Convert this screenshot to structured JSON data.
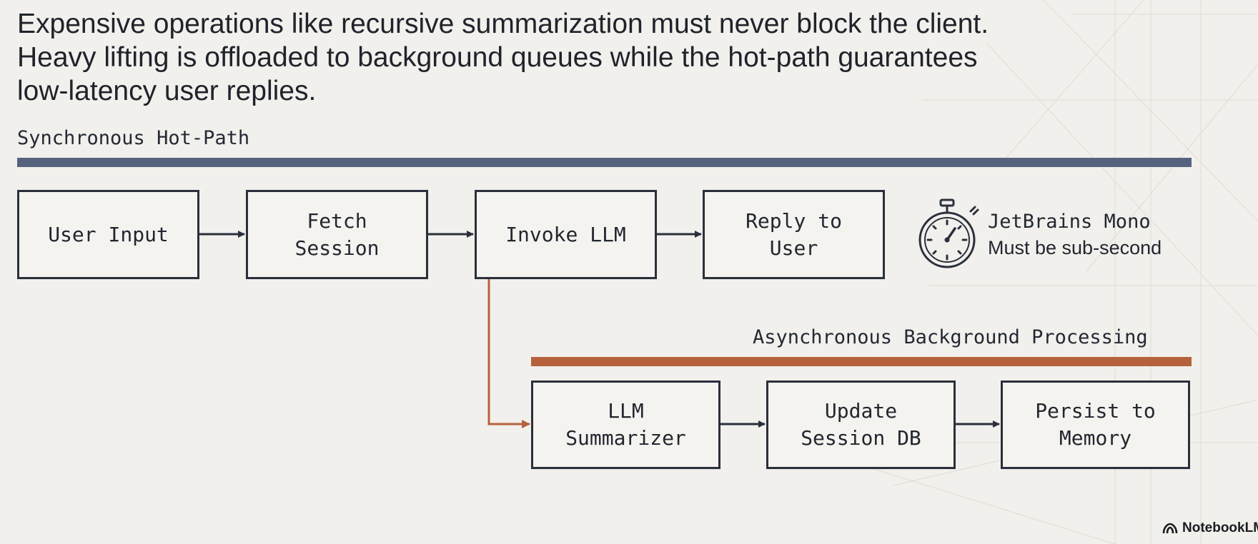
{
  "headline": {
    "line1": "Expensive operations like recursive summarization must never block the client.",
    "line2": "Heavy lifting is offloaded to background queues while the hot-path guarantees",
    "line3": "low-latency user replies."
  },
  "sync_section": {
    "label": "Synchronous Hot-Path",
    "bar_color": "#56637f",
    "steps": [
      {
        "line1": "User Input",
        "line2": ""
      },
      {
        "line1": "Fetch",
        "line2": "Session"
      },
      {
        "line1": "Invoke LLM",
        "line2": ""
      },
      {
        "line1": "Reply to",
        "line2": "User"
      }
    ]
  },
  "timer_note": {
    "icon": "stopwatch-icon",
    "line1": "JetBrains Mono",
    "line2": "Must be sub-second"
  },
  "async_section": {
    "label": "Asynchronous Background Processing",
    "bar_color": "#b5623c",
    "steps": [
      {
        "line1": "LLM",
        "line2": "Summarizer"
      },
      {
        "line1": "Update",
        "line2": "Session DB"
      },
      {
        "line1": "Persist to",
        "line2": "Memory"
      }
    ]
  },
  "colors": {
    "arrow": "#2b2f3c",
    "branch_arrow": "#b5623c",
    "background": "#f1f0ec"
  },
  "brand": {
    "icon": "notebooklm-logo-icon",
    "label": "NotebookLM"
  }
}
